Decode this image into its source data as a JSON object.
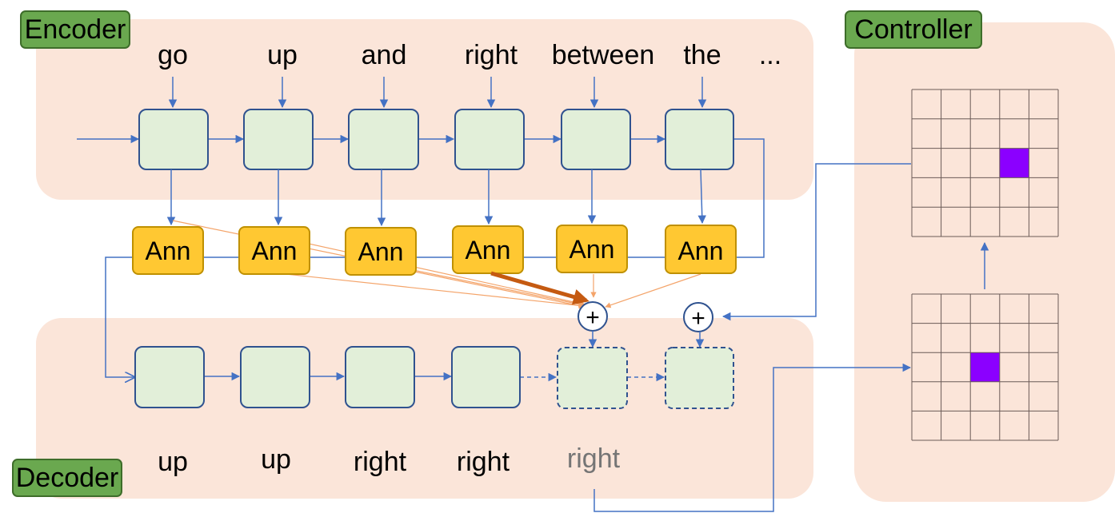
{
  "labels": {
    "encoder": "Encoder",
    "decoder": "Decoder",
    "controller": "Controller",
    "ann": "Ann",
    "plus": "+"
  },
  "encoder_words": [
    "go",
    "up",
    "and",
    "right",
    "between",
    "the",
    "..."
  ],
  "decoder_words": [
    "up",
    "up",
    "right",
    "right",
    "right"
  ],
  "colors": {
    "panel": "#fbe5d9",
    "tag_fill": "#6aa84f",
    "tag_stroke": "#3e6d2a",
    "cell_fill": "#e2efd9",
    "cell_stroke": "#2f528f",
    "ann_fill": "#ffc832",
    "ann_stroke": "#bf9000",
    "arrow": "#4472c4",
    "attention": "#f4a46a",
    "attention_strong": "#c55a11",
    "grid_line": "#6b5b57",
    "grid_highlight": "#8b00ff",
    "faded_text": "#757575"
  },
  "controller": {
    "grid_rows": 5,
    "grid_cols": 5,
    "top_grid_highlight": {
      "row": 2,
      "col": 3
    },
    "bottom_grid_highlight": {
      "row": 2,
      "col": 2
    }
  }
}
